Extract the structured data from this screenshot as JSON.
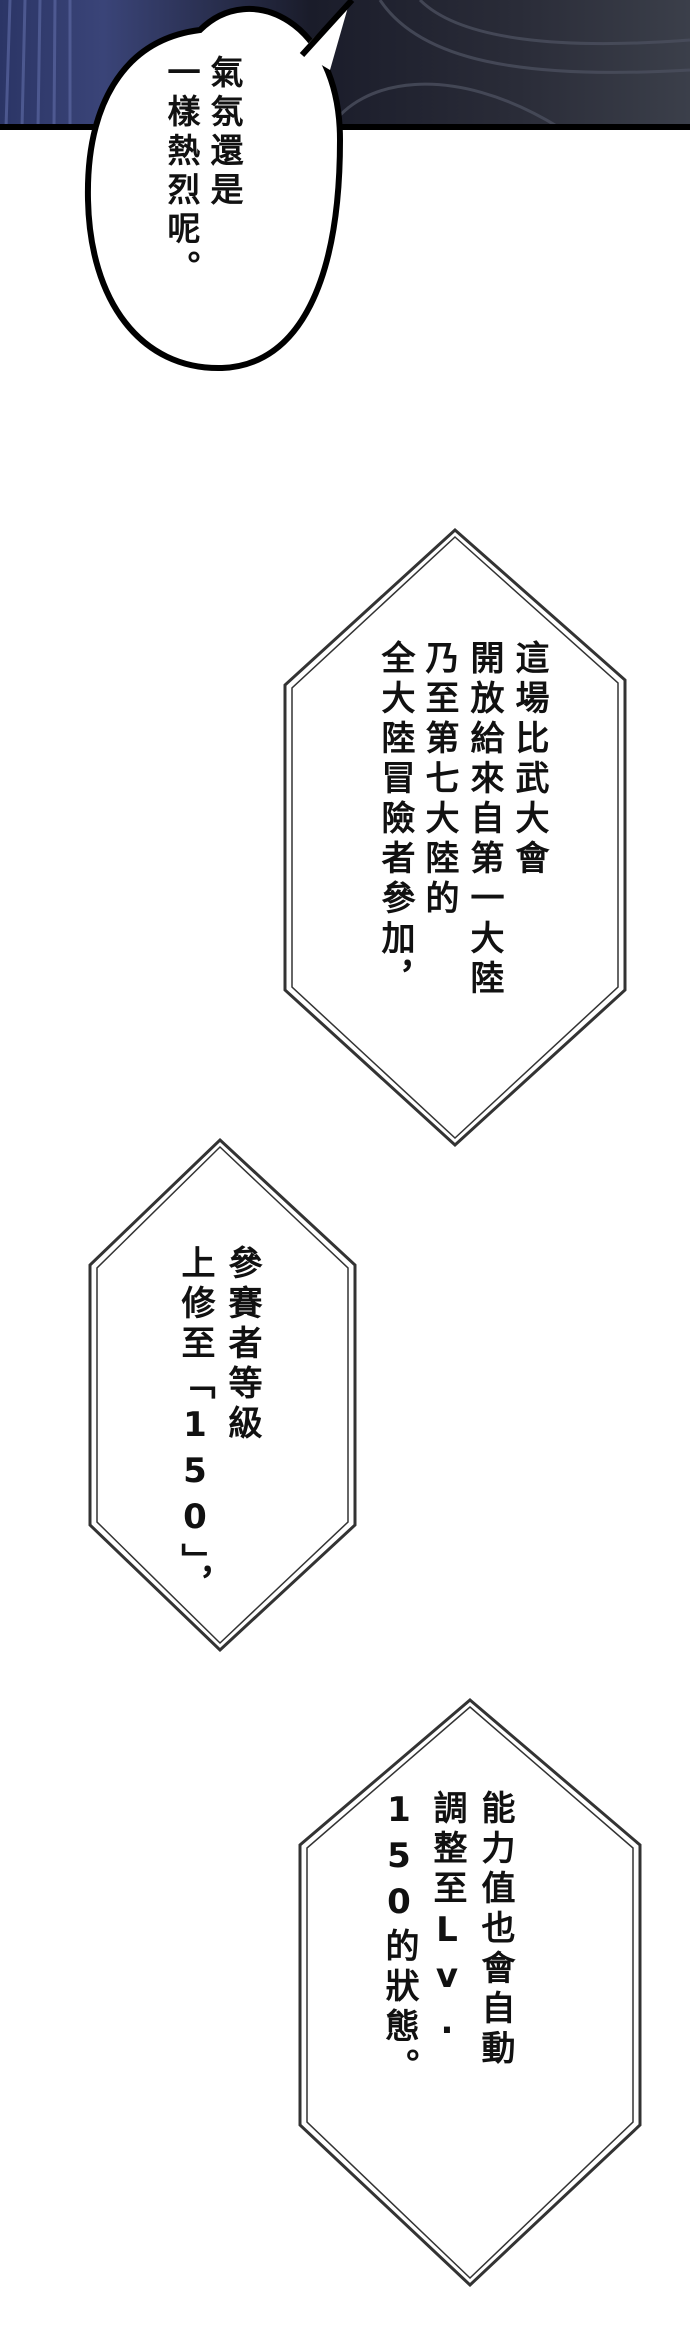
{
  "bubbles": [
    {
      "columns": [
        "氣氛還是",
        "一樣熱烈呢。"
      ]
    },
    {
      "columns": [
        "這場比武大會",
        "開放給來自第一大陸",
        "乃至第七大陸的",
        "全大陸冒險者參加，"
      ]
    },
    {
      "columns": [
        "參賽者等級",
        "上修至「150」，"
      ]
    },
    {
      "columns": [
        "能力值也會自動",
        "調整至Lv.",
        "150的狀態。"
      ]
    }
  ],
  "colors": {
    "panel_dark": "#1a1c2a",
    "panel_blue": "#2b3566",
    "ink": "#111111"
  }
}
